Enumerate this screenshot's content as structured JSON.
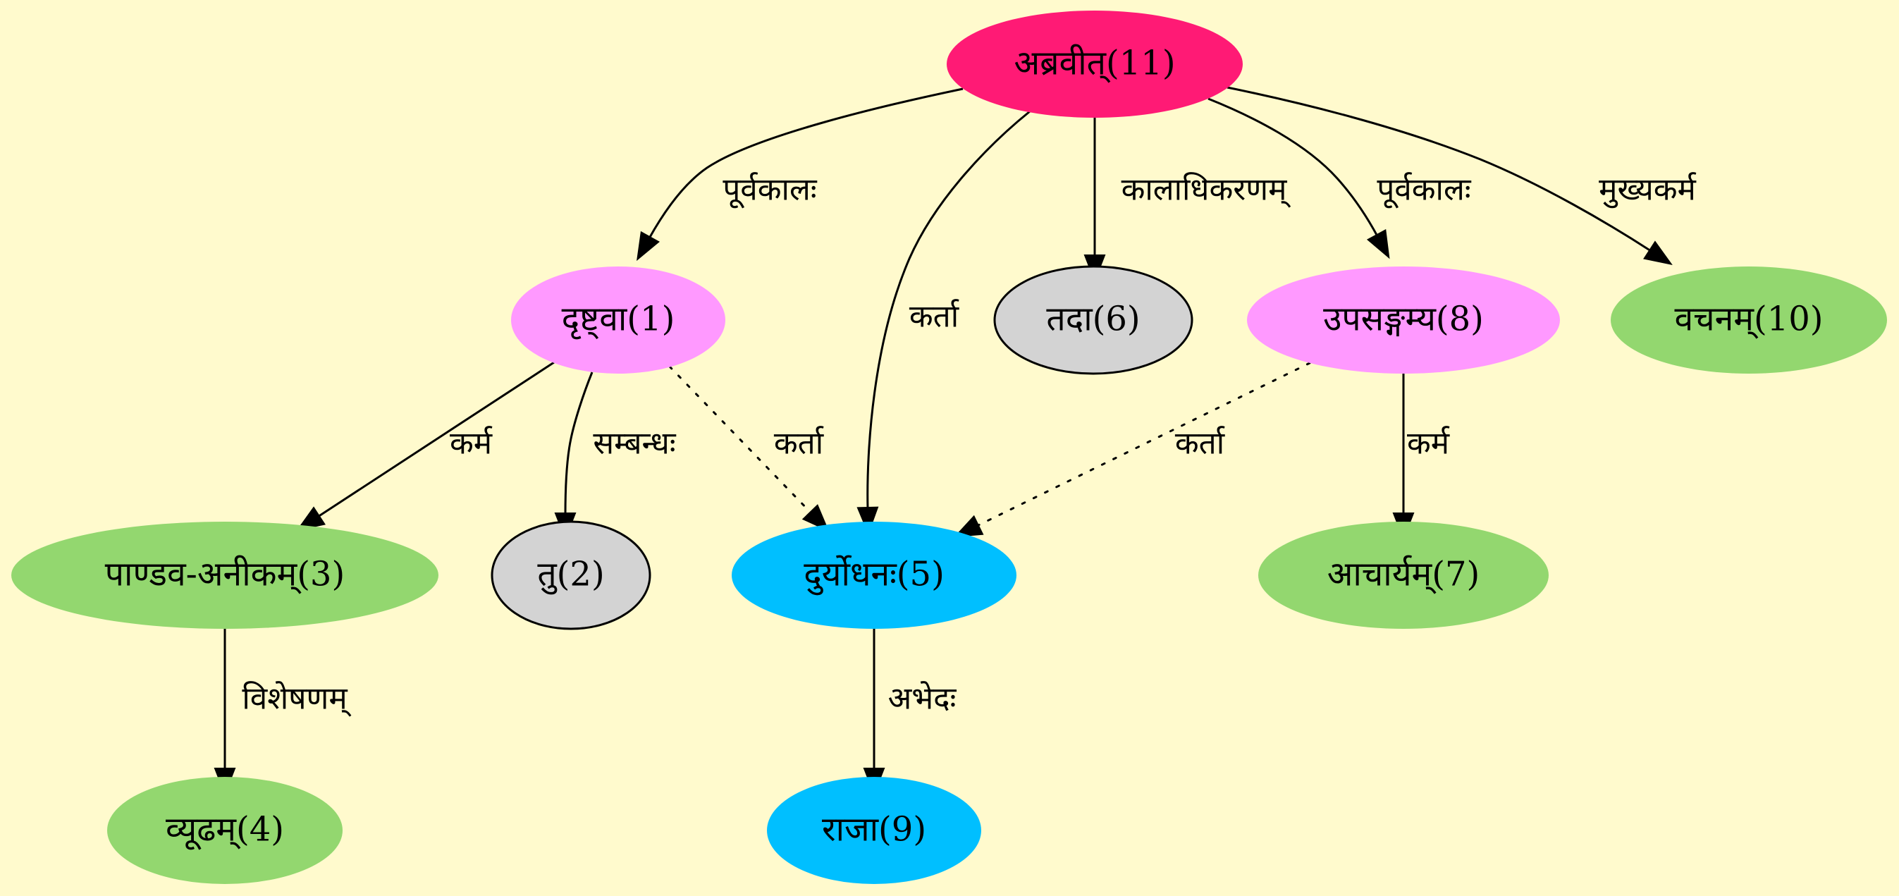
{
  "colors": {
    "background": "#fffacd",
    "root": "#ff1a75",
    "pink": "#ff99ff",
    "gray": "#d3d3d3",
    "green": "#93d76f",
    "blue": "#00bfff"
  },
  "nodes": [
    {
      "id": "n11",
      "label": "अब्रवीत्(11)",
      "color": "root"
    },
    {
      "id": "n1",
      "label": "दृष्ट्वा(1)",
      "color": "pink"
    },
    {
      "id": "n6",
      "label": "तदा(6)",
      "color": "gray"
    },
    {
      "id": "n8",
      "label": "उपसङ्गम्य(8)",
      "color": "pink"
    },
    {
      "id": "n10",
      "label": "वचनम्(10)",
      "color": "green"
    },
    {
      "id": "n3",
      "label": "पाण्डव-अनीकम्(3)",
      "color": "green"
    },
    {
      "id": "n2",
      "label": "तु(2)",
      "color": "gray"
    },
    {
      "id": "n5",
      "label": "दुर्योधनः(5)",
      "color": "blue"
    },
    {
      "id": "n7",
      "label": "आचार्यम्(7)",
      "color": "green"
    },
    {
      "id": "n4",
      "label": "व्यूढम्(4)",
      "color": "green"
    },
    {
      "id": "n9",
      "label": "राजा(9)",
      "color": "blue"
    }
  ],
  "edges": [
    {
      "id": "e11-1",
      "from": "n11",
      "to": "n1",
      "label": "पूर्वकालः",
      "style": "solid"
    },
    {
      "id": "e11-5",
      "from": "n11",
      "to": "n5",
      "label": "कर्ता",
      "style": "solid"
    },
    {
      "id": "e11-6",
      "from": "n11",
      "to": "n6",
      "label": "कालाधिकरणम्",
      "style": "solid"
    },
    {
      "id": "e11-8",
      "from": "n11",
      "to": "n8",
      "label": "पूर्वकालः",
      "style": "solid"
    },
    {
      "id": "e11-10",
      "from": "n11",
      "to": "n10",
      "label": "मुख्यकर्म",
      "style": "solid"
    },
    {
      "id": "e1-3",
      "from": "n1",
      "to": "n3",
      "label": "कर्म",
      "style": "solid"
    },
    {
      "id": "e1-2",
      "from": "n1",
      "to": "n2",
      "label": "सम्बन्धः",
      "style": "solid"
    },
    {
      "id": "e1-5",
      "from": "n1",
      "to": "n5",
      "label": "कर्ता",
      "style": "dotted"
    },
    {
      "id": "e8-5",
      "from": "n8",
      "to": "n5",
      "label": "कर्ता",
      "style": "dotted"
    },
    {
      "id": "e8-7",
      "from": "n8",
      "to": "n7",
      "label": "कर्म",
      "style": "solid"
    },
    {
      "id": "e3-4",
      "from": "n3",
      "to": "n4",
      "label": "विशेषणम्",
      "style": "solid"
    },
    {
      "id": "e5-9",
      "from": "n5",
      "to": "n9",
      "label": "अभेदः",
      "style": "solid"
    }
  ]
}
